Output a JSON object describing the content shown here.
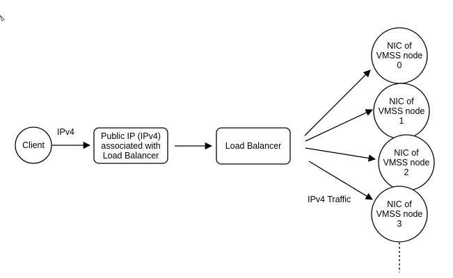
{
  "nodes": {
    "client": {
      "label": "Client"
    },
    "public_ip": {
      "lines": [
        "Public IP (IPv4)",
        "associated with",
        "Load Balancer"
      ]
    },
    "load_balancer": {
      "label": "Load Balancer"
    },
    "nic0": {
      "lines": [
        "NIC of",
        "VMSS node",
        "0"
      ]
    },
    "nic1": {
      "lines": [
        "NIC of",
        "VMSS node",
        "1"
      ]
    },
    "nic2": {
      "lines": [
        "NIC of",
        "VMSS node",
        "2"
      ]
    },
    "nic3": {
      "lines": [
        "NIC of",
        "VMSS node",
        "3"
      ]
    }
  },
  "edge_labels": {
    "client_to_ip": "IPv4",
    "traffic": "IPv4 Traffic"
  }
}
